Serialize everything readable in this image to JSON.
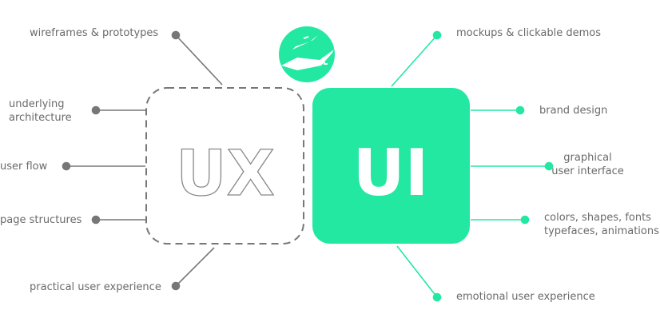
{
  "colors": {
    "accent": "#22e8a2",
    "gray": "#6e6e6e"
  },
  "ux": {
    "title": "UX",
    "items": [
      {
        "label": "wireframes & prototypes"
      },
      {
        "label": "underlying",
        "label2": "architecture"
      },
      {
        "label": "user flow"
      },
      {
        "label": "page structures"
      },
      {
        "label": "practical user experience"
      }
    ]
  },
  "ui": {
    "title": "UI",
    "items": [
      {
        "label": "mockups & clickable demos"
      },
      {
        "label": "brand design"
      },
      {
        "label": "graphical",
        "label2": "user interface"
      },
      {
        "label": "colors, shapes, fonts",
        "label2": "typefaces, animations"
      },
      {
        "label": "emotional user experience"
      }
    ]
  },
  "logo": {
    "icon": "lizard-logo-icon"
  }
}
